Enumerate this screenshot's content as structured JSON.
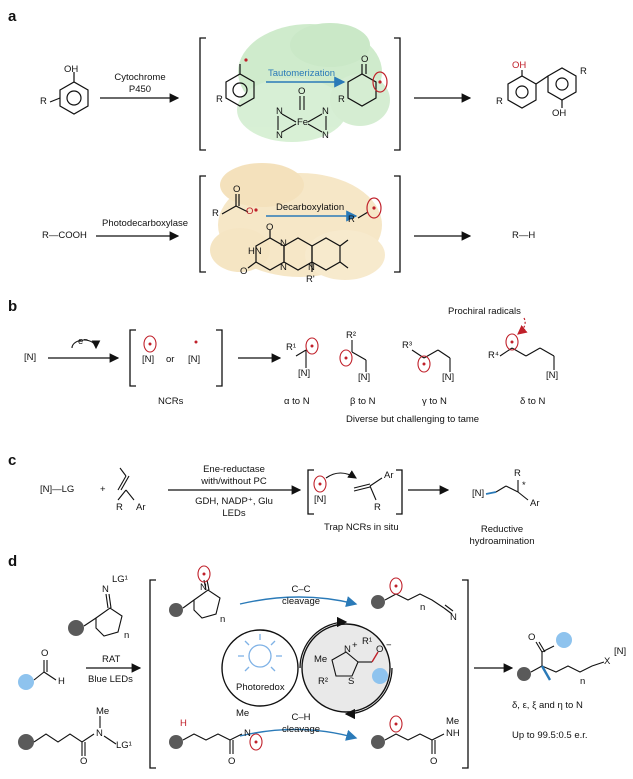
{
  "panels": {
    "a": "a",
    "b": "b",
    "c": "c",
    "d": "d"
  },
  "colors": {
    "radical_red": "#c0202a",
    "arrow_blue": "#2a7ab8",
    "protein_green": "#8fd18a",
    "protein_orange": "#e7c07a",
    "ball_grey": "#5a5a5a",
    "ball_blue": "#8ec3ee",
    "photoredox_blue": "#7fb2e6"
  },
  "panel_a": {
    "phenol_oh": "OH",
    "phenol_r": "R",
    "enzyme1_line1": "Cytochrome",
    "enzyme1_line2": "P450",
    "tautomerization": "Tautomerization",
    "radical_r": "R",
    "heme_o": "O",
    "heme_fe": "Fe",
    "heme_n1": "N",
    "heme_n2": "N",
    "heme_n3": "N",
    "heme_n4": "N",
    "keto_o": "O",
    "keto_r": "R",
    "biaryl_oh1": "OH",
    "biaryl_oh2": "OH",
    "biaryl_r1": "R",
    "biaryl_r2": "R",
    "acid": "R—COOH",
    "enzyme2": "Photodecarboxylase",
    "decarboxylation": "Decarboxylation",
    "acyl_r": "R",
    "acyl_o1": "O",
    "acyl_o2": "O",
    "flavin_o1": "O",
    "flavin_o2": "O",
    "flavin_hn": "HN",
    "flavin_n1": "N",
    "flavin_n2": "N",
    "flavin_n3": "N",
    "flavin_r": "R'",
    "alkyl_r": "R",
    "product": "R—H"
  },
  "panel_b": {
    "start": "[N]",
    "electron": "e⁻",
    "n1": "[N]",
    "or": "or",
    "n2": "[N]",
    "ncrs": "NCRs",
    "prochiral": "Prochiral radicals",
    "r1": "R¹",
    "r2": "R²",
    "r3": "R³",
    "r4": "R⁴",
    "sub_n1": "[N]",
    "sub_n2": "[N]",
    "sub_n3": "[N]",
    "sub_n4": "[N]",
    "alpha": "α to N",
    "beta": "β to N",
    "gamma": "γ to N",
    "delta": "δ to N",
    "caption": "Diverse but challenging to tame"
  },
  "panel_c": {
    "substrate": "[N]—LG",
    "plus": "+",
    "alkene_r": "R",
    "alkene_ar": "Ar",
    "cond1": "Ene-reductase",
    "cond2": "with/without PC",
    "cond3": "GDH, NADP⁺, Glu",
    "cond4": "LEDs",
    "trap_n": "[N]",
    "trap_ar": "Ar",
    "trap_r": "R",
    "trap_caption": "Trap NCRs in situ",
    "prod_n": "[N]",
    "prod_r": "R",
    "prod_star": "*",
    "prod_ar": "Ar",
    "result1": "Reductive",
    "result2": "hydroamination"
  },
  "panel_d": {
    "oxime_lg": "N",
    "oxime_lg1": "LG¹",
    "oxime_n": "n",
    "aldehyde_o": "O",
    "aldehyde_h": "H",
    "amide_me": "Me",
    "amide_n": "N",
    "amide_lg1": "LG¹",
    "amide_o": "O",
    "rat": "RAT",
    "blue_leds": "Blue LEDs",
    "imine_n": "N",
    "imine_n_sub": "n",
    "cc1": "C–C",
    "cc2": "cleavage",
    "nitrile_n": "N",
    "nitrile_sub": "n",
    "photoredox": "Photoredox",
    "nhc_me": "Me",
    "nhc_n": "N",
    "nhc_plus": "+",
    "nhc_r1": "R¹",
    "nhc_o": "O",
    "nhc_minus": "−",
    "nhc_r2": "R²",
    "nhc_s": "S",
    "h_atom": "H",
    "amidyl_me": "Me",
    "amidyl_n": "N",
    "amidyl_o": "O",
    "ch1": "C–H",
    "ch2": "cleavage",
    "prod_nh_me": "Me",
    "prod_nh": "NH",
    "prod_o": "O",
    "final_o": "O",
    "final_x": "X",
    "final_n": "[N]",
    "final_sub": "n",
    "sel": "δ, ε, ξ and η to N",
    "er": "Up to 99.5:0.5 e.r."
  }
}
